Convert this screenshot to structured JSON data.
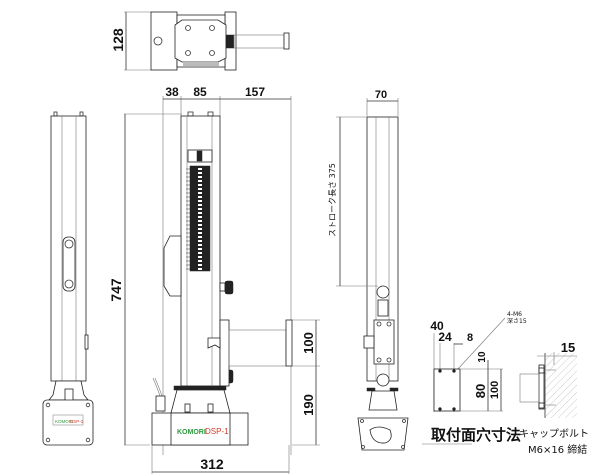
{
  "diagram": {
    "title": "Stroke gauge dimensional drawing",
    "top_view": {
      "dimension_height": "128"
    },
    "front_view": {
      "dim_left": "38",
      "dim_mid": "85",
      "dim_right": "157",
      "dim_total_height": "747",
      "dim_bracket": "100",
      "dim_base": "190",
      "dim_width": "312",
      "brand_label": "KOMORI",
      "model_label": "DSP-1",
      "brand_color": "#2e9a3e",
      "model_color": "#d23a2a"
    },
    "side_view": {
      "dim_depth": "70",
      "stroke_label": "ストローク長さ",
      "stroke_value": "375"
    },
    "mounting_hole": {
      "title": "取付面穴寸法",
      "dim_40": "40",
      "dim_24": "24",
      "dim_8": "8",
      "dim_10": "10",
      "dim_80": "80",
      "dim_100": "100",
      "hole_spec_line1": "4-M6",
      "hole_spec_line2": "深さ15"
    },
    "bolt_detail": {
      "dim_15": "15",
      "label_line1": "キャップボルト",
      "label_line2": "M6×16 締結"
    }
  }
}
